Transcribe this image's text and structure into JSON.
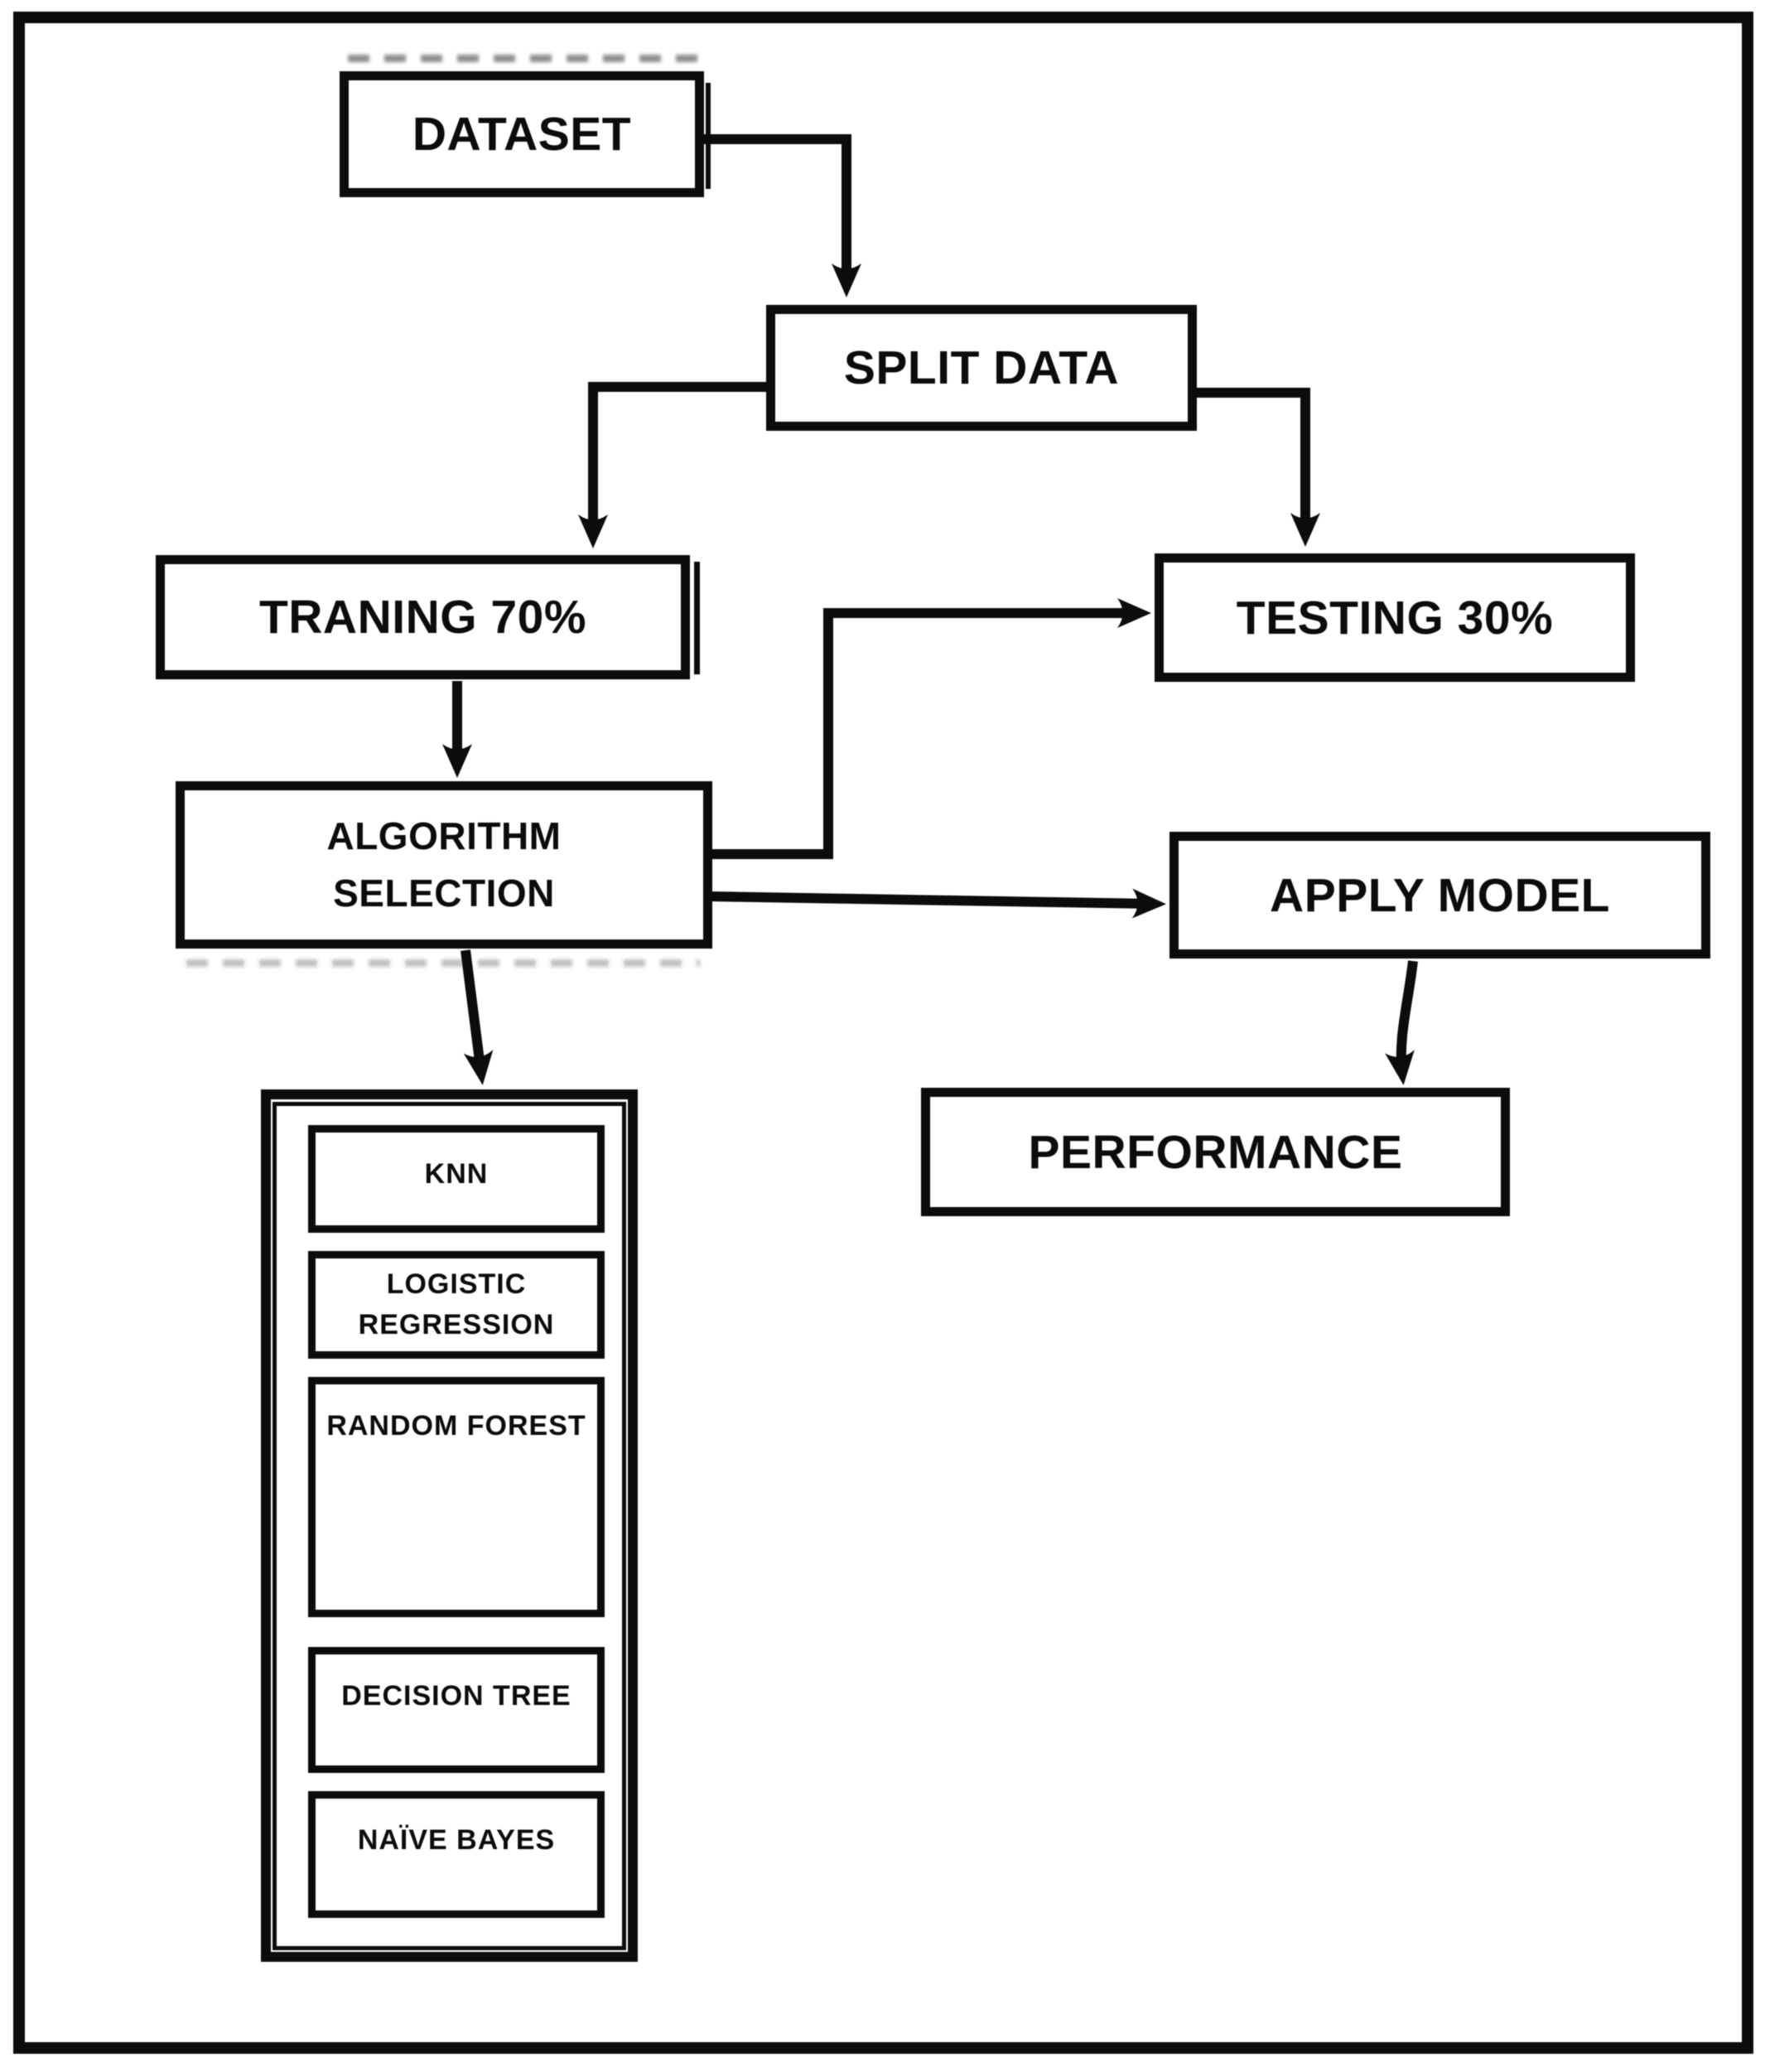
{
  "diagram": {
    "nodes": {
      "dataset": "DATASET",
      "split_data": "SPLIT DATA",
      "training": "TRANING 70%",
      "testing": "TESTING 30%",
      "algorithm_selection": "ALGORITHM SELECTION",
      "apply_model": "APPLY MODEL",
      "performance": "PERFORMANCE"
    },
    "algorithms": [
      "KNN",
      "LOGISTIC REGRESSION",
      "RANDOM FOREST",
      "DECISION TREE",
      "NAÏVE BAYES"
    ],
    "edges": [
      {
        "from": "DATASET",
        "to": "SPLIT DATA"
      },
      {
        "from": "SPLIT DATA",
        "to": "TRANING 70%"
      },
      {
        "from": "SPLIT DATA",
        "to": "TESTING 30%"
      },
      {
        "from": "TRANING 70%",
        "to": "ALGORITHM SELECTION"
      },
      {
        "from": "ALGORITHM SELECTION",
        "to": "TESTING 30%"
      },
      {
        "from": "ALGORITHM SELECTION",
        "to": "APPLY MODEL"
      },
      {
        "from": "ALGORITHM SELECTION",
        "to": "ALGORITHMS GROUP"
      },
      {
        "from": "APPLY MODEL",
        "to": "PERFORMANCE"
      }
    ],
    "colors": {
      "ink": "#0c0c0c",
      "background": "#ffffff"
    }
  }
}
